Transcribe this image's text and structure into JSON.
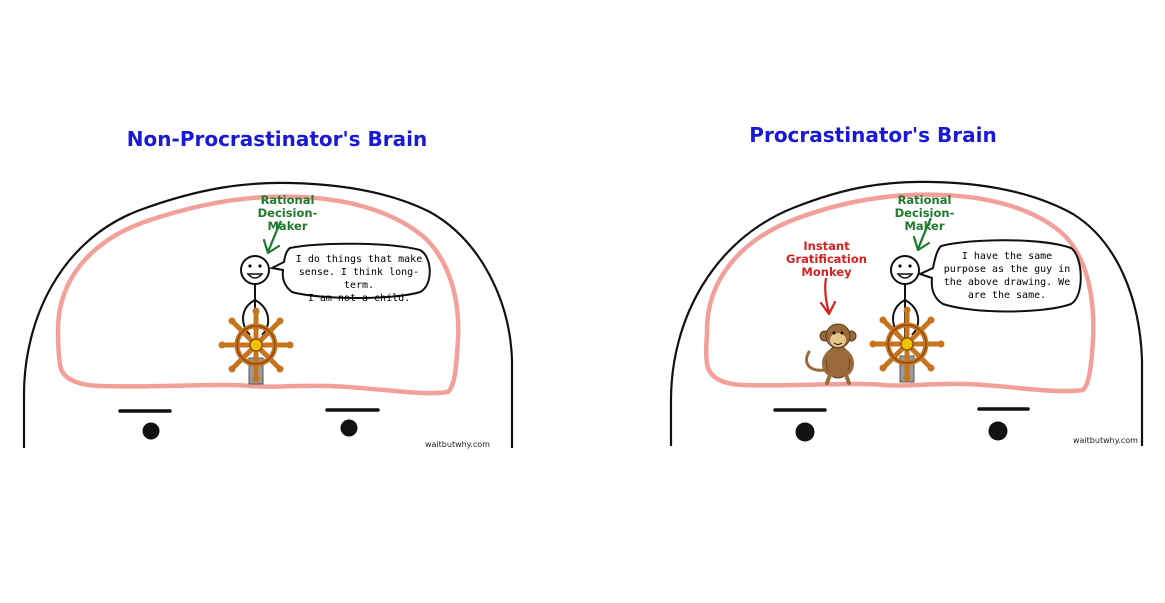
{
  "left_panel": {
    "title": "Non-Procrastinator's Brain",
    "decision_maker_label": "Rational\nDecision-Maker",
    "speech": "I do things that make\nsense. I think long-term.\nI am not a child.",
    "credit": "waitbutwhy.com"
  },
  "right_panel": {
    "title": "Procrastinator's Brain",
    "decision_maker_label": "Rational\nDecision-Maker",
    "monkey_label": "Instant\nGratification\nMonkey",
    "speech": "I have the same\npurpose as the guy in\nthe above drawing. We\nare the same.",
    "credit": "waitbutwhy.com"
  },
  "colors": {
    "title": "#1a1ad6",
    "decision_maker": "#1f7a2e",
    "monkey": "#d82020",
    "brain_outline": "#f4a09a",
    "wheel": "#c8741f",
    "monkey_fur": "#9a6a3a"
  }
}
